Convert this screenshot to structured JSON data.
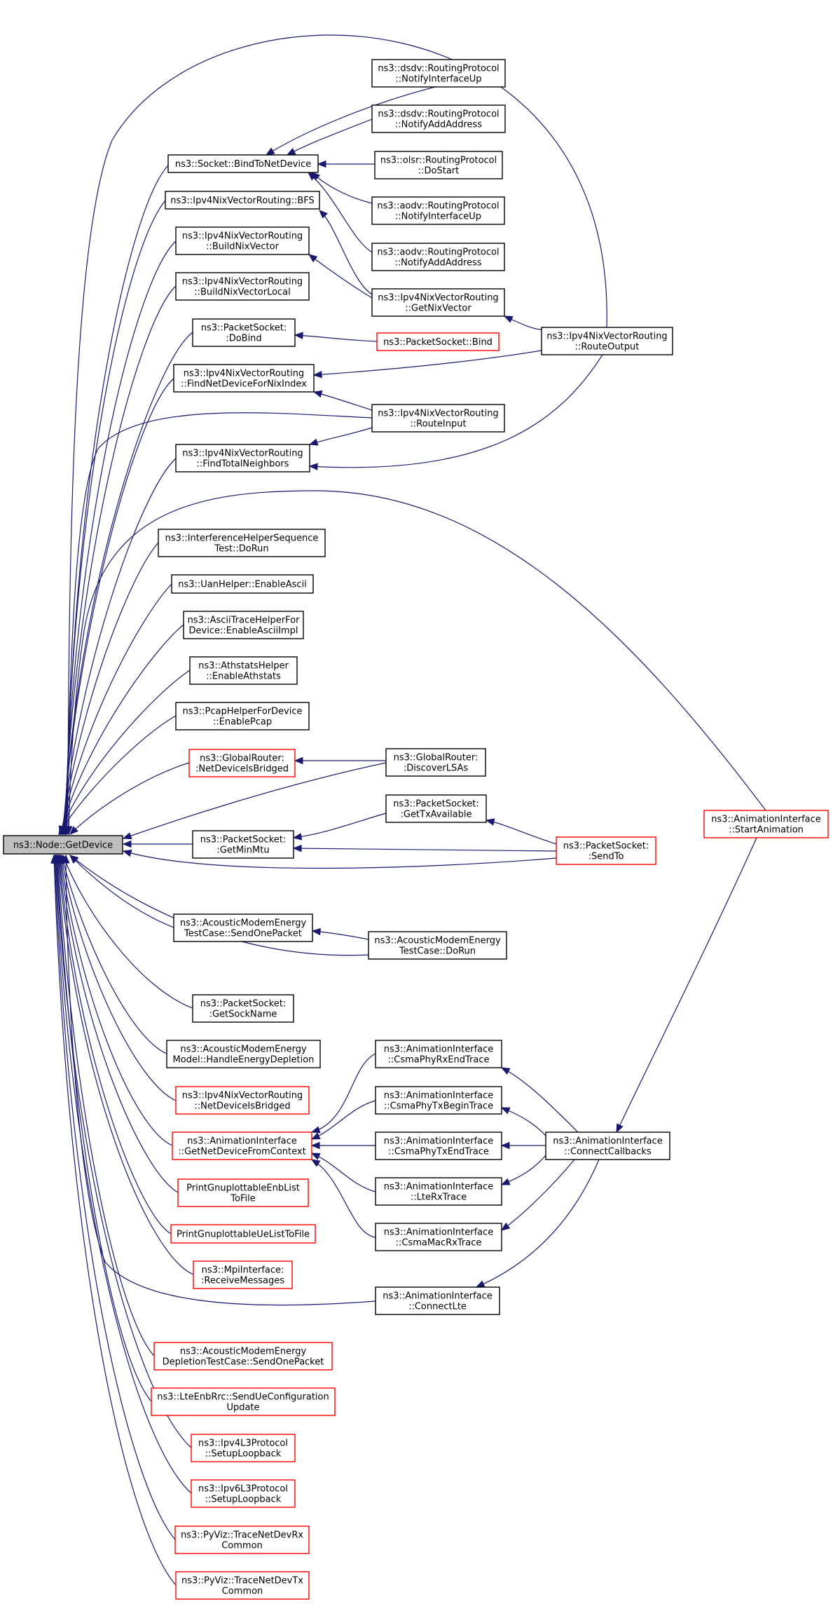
{
  "graph_title": "ns3::Node::GetDevice",
  "nodes": [
    {
      "id": "root",
      "lines": [
        "ns3::Node::GetDevice"
      ],
      "kind": "root"
    },
    {
      "id": "bindToNetDevice",
      "lines": [
        "ns3::Socket::BindToNetDevice"
      ],
      "kind": "black"
    },
    {
      "id": "bfs",
      "lines": [
        "ns3::Ipv4NixVectorRouting::BFS"
      ],
      "kind": "black"
    },
    {
      "id": "buildNixVector",
      "lines": [
        "ns3::Ipv4NixVectorRouting",
        "::BuildNixVector"
      ],
      "kind": "black"
    },
    {
      "id": "buildNixVectorLocal",
      "lines": [
        "ns3::Ipv4NixVectorRouting",
        "::BuildNixVectorLocal"
      ],
      "kind": "black"
    },
    {
      "id": "doBind",
      "lines": [
        "ns3::PacketSocket:",
        ":DoBind"
      ],
      "kind": "black"
    },
    {
      "id": "findNetDevice",
      "lines": [
        "ns3::Ipv4NixVectorRouting",
        "::FindNetDeviceForNixIndex"
      ],
      "kind": "black"
    },
    {
      "id": "findTotalNeighbors",
      "lines": [
        "ns3::Ipv4NixVectorRouting",
        "::FindTotalNeighbors"
      ],
      "kind": "black"
    },
    {
      "id": "interfHelper",
      "lines": [
        "ns3::InterferenceHelperSequence",
        "Test::DoRun"
      ],
      "kind": "black"
    },
    {
      "id": "uanHelper",
      "lines": [
        "ns3::UanHelper::EnableAscii"
      ],
      "kind": "black"
    },
    {
      "id": "asciiTrace",
      "lines": [
        "ns3::AsciiTraceHelperFor",
        "Device::EnableAsciiImpl"
      ],
      "kind": "black"
    },
    {
      "id": "athstats",
      "lines": [
        "ns3::AthstatsHelper",
        "::EnableAthstats"
      ],
      "kind": "black"
    },
    {
      "id": "pcapHelper",
      "lines": [
        "ns3::PcapHelperForDevice",
        "::EnablePcap"
      ],
      "kind": "black"
    },
    {
      "id": "netDevIsBridged",
      "lines": [
        "ns3::GlobalRouter:",
        ":NetDeviceIsBridged"
      ],
      "kind": "red"
    },
    {
      "id": "getMinMtu",
      "lines": [
        "ns3::PacketSocket:",
        ":GetMinMtu"
      ],
      "kind": "black"
    },
    {
      "id": "acousticSend",
      "lines": [
        "ns3::AcousticModemEnergy",
        "TestCase::SendOnePacket"
      ],
      "kind": "black"
    },
    {
      "id": "getSockName",
      "lines": [
        "ns3::PacketSocket:",
        ":GetSockName"
      ],
      "kind": "black"
    },
    {
      "id": "handleEnergy",
      "lines": [
        "ns3::AcousticModemEnergy",
        "Model::HandleEnergyDepletion"
      ],
      "kind": "black"
    },
    {
      "id": "ipv4NetDevBridged",
      "lines": [
        "ns3::Ipv4NixVectorRouting",
        "::NetDeviceIsBridged"
      ],
      "kind": "red"
    },
    {
      "id": "getNetDevCtx",
      "lines": [
        "ns3::AnimationInterface",
        "::GetNetDeviceFromContext"
      ],
      "kind": "red"
    },
    {
      "id": "printEnb",
      "lines": [
        "PrintGnuplottableEnbList",
        "ToFile"
      ],
      "kind": "red"
    },
    {
      "id": "printUe",
      "lines": [
        "PrintGnuplottableUeListToFile"
      ],
      "kind": "red"
    },
    {
      "id": "mpiRecv",
      "lines": [
        "ns3::MpiInterface:",
        ":ReceiveMessages"
      ],
      "kind": "red"
    },
    {
      "id": "acousticDepletion",
      "lines": [
        "ns3::AcousticModemEnergy",
        "DepletionTestCase::SendOnePacket"
      ],
      "kind": "red"
    },
    {
      "id": "lteEnbRrc",
      "lines": [
        "ns3::LteEnbRrc::SendUeConfiguration",
        "Update"
      ],
      "kind": "red"
    },
    {
      "id": "ipv4L3",
      "lines": [
        "ns3::Ipv4L3Protocol",
        "::SetupLoopback"
      ],
      "kind": "red"
    },
    {
      "id": "ipv6L3",
      "lines": [
        "ns3::Ipv6L3Protocol",
        "::SetupLoopback"
      ],
      "kind": "red"
    },
    {
      "id": "pyvizRx",
      "lines": [
        "ns3::PyViz::TraceNetDevRx",
        "Common"
      ],
      "kind": "red"
    },
    {
      "id": "pyvizTx",
      "lines": [
        "ns3::PyViz::TraceNetDevTx",
        "Common"
      ],
      "kind": "red"
    },
    {
      "id": "dsdvUp",
      "lines": [
        "ns3::dsdv::RoutingProtocol",
        "::NotifyInterfaceUp"
      ],
      "kind": "black"
    },
    {
      "id": "dsdvAdd",
      "lines": [
        "ns3::dsdv::RoutingProtocol",
        "::NotifyAddAddress"
      ],
      "kind": "black"
    },
    {
      "id": "olsr",
      "lines": [
        "ns3::olsr::RoutingProtocol",
        "::DoStart"
      ],
      "kind": "black"
    },
    {
      "id": "aodvUp",
      "lines": [
        "ns3::aodv::RoutingProtocol",
        "::NotifyInterfaceUp"
      ],
      "kind": "black"
    },
    {
      "id": "aodvAdd",
      "lines": [
        "ns3::aodv::RoutingProtocol",
        "::NotifyAddAddress"
      ],
      "kind": "black"
    },
    {
      "id": "getNixVector",
      "lines": [
        "ns3::Ipv4NixVectorRouting",
        "::GetNixVector"
      ],
      "kind": "black"
    },
    {
      "id": "psBind",
      "lines": [
        "ns3::PacketSocket::Bind"
      ],
      "kind": "red"
    },
    {
      "id": "routeInput",
      "lines": [
        "ns3::Ipv4NixVectorRouting",
        "::RouteInput"
      ],
      "kind": "black"
    },
    {
      "id": "discoverLSAs",
      "lines": [
        "ns3::GlobalRouter:",
        ":DiscoverLSAs"
      ],
      "kind": "black"
    },
    {
      "id": "getTxAvail",
      "lines": [
        "ns3::PacketSocket:",
        ":GetTxAvailable"
      ],
      "kind": "black"
    },
    {
      "id": "acousticDoRun",
      "lines": [
        "ns3::AcousticModemEnergy",
        "TestCase::DoRun"
      ],
      "kind": "black"
    },
    {
      "id": "csmaPhyRxEnd",
      "lines": [
        "ns3::AnimationInterface",
        "::CsmaPhyRxEndTrace"
      ],
      "kind": "black"
    },
    {
      "id": "csmaPhyTxBegin",
      "lines": [
        "ns3::AnimationInterface",
        "::CsmaPhyTxBeginTrace"
      ],
      "kind": "black"
    },
    {
      "id": "csmaPhyTxEnd",
      "lines": [
        "ns3::AnimationInterface",
        "::CsmaPhyTxEndTrace"
      ],
      "kind": "black"
    },
    {
      "id": "lteRx",
      "lines": [
        "ns3::AnimationInterface",
        "::LteRxTrace"
      ],
      "kind": "black"
    },
    {
      "id": "csmaMacRx",
      "lines": [
        "ns3::AnimationInterface",
        "::CsmaMacRxTrace"
      ],
      "kind": "black"
    },
    {
      "id": "connectLte",
      "lines": [
        "ns3::AnimationInterface",
        "::ConnectLte"
      ],
      "kind": "black"
    },
    {
      "id": "routeOutput",
      "lines": [
        "ns3::Ipv4NixVectorRouting",
        "::RouteOutput"
      ],
      "kind": "black"
    },
    {
      "id": "sendTo",
      "lines": [
        "ns3::PacketSocket:",
        ":SendTo"
      ],
      "kind": "red"
    },
    {
      "id": "connectCallbacks",
      "lines": [
        "ns3::AnimationInterface",
        "::ConnectCallbacks"
      ],
      "kind": "black"
    },
    {
      "id": "startAnim",
      "lines": [
        "ns3::AnimationInterface",
        "::StartAnimation"
      ],
      "kind": "red"
    }
  ],
  "edges": [
    [
      "bindToNetDevice",
      "root"
    ],
    [
      "bfs",
      "root"
    ],
    [
      "buildNixVector",
      "root"
    ],
    [
      "buildNixVectorLocal",
      "root"
    ],
    [
      "doBind",
      "root"
    ],
    [
      "findNetDevice",
      "root"
    ],
    [
      "findTotalNeighbors",
      "root"
    ],
    [
      "interfHelper",
      "root"
    ],
    [
      "uanHelper",
      "root"
    ],
    [
      "asciiTrace",
      "root"
    ],
    [
      "athstats",
      "root"
    ],
    [
      "pcapHelper",
      "root"
    ],
    [
      "netDevIsBridged",
      "root"
    ],
    [
      "getMinMtu",
      "root"
    ],
    [
      "acousticSend",
      "root"
    ],
    [
      "getSockName",
      "root"
    ],
    [
      "handleEnergy",
      "root"
    ],
    [
      "ipv4NetDevBridged",
      "root"
    ],
    [
      "getNetDevCtx",
      "root"
    ],
    [
      "printEnb",
      "root"
    ],
    [
      "printUe",
      "root"
    ],
    [
      "mpiRecv",
      "root"
    ],
    [
      "acousticDepletion",
      "root"
    ],
    [
      "lteEnbRrc",
      "root"
    ],
    [
      "ipv4L3",
      "root"
    ],
    [
      "ipv6L3",
      "root"
    ],
    [
      "pyvizRx",
      "root"
    ],
    [
      "pyvizTx",
      "root"
    ],
    [
      "routeOutput",
      "root"
    ],
    [
      "routeInput",
      "root"
    ],
    [
      "startAnim",
      "root"
    ],
    [
      "discoverLSAs",
      "root"
    ],
    [
      "sendTo",
      "root"
    ],
    [
      "acousticDoRun",
      "root"
    ],
    [
      "connectLte",
      "root"
    ],
    [
      "dsdvUp",
      "bindToNetDevice"
    ],
    [
      "dsdvAdd",
      "bindToNetDevice"
    ],
    [
      "olsr",
      "bindToNetDevice"
    ],
    [
      "aodvUp",
      "bindToNetDevice"
    ],
    [
      "aodvAdd",
      "bindToNetDevice"
    ],
    [
      "getNixVector",
      "bfs"
    ],
    [
      "getNixVector",
      "buildNixVector"
    ],
    [
      "routeOutput",
      "getNixVector"
    ],
    [
      "psBind",
      "doBind"
    ],
    [
      "routeOutput",
      "findNetDevice"
    ],
    [
      "routeInput",
      "findNetDevice"
    ],
    [
      "routeInput",
      "findTotalNeighbors"
    ],
    [
      "routeOutput",
      "findTotalNeighbors"
    ],
    [
      "discoverLSAs",
      "netDevIsBridged"
    ],
    [
      "getTxAvail",
      "getMinMtu"
    ],
    [
      "sendTo",
      "getMinMtu"
    ],
    [
      "sendTo",
      "getTxAvail"
    ],
    [
      "acousticDoRun",
      "acousticSend"
    ],
    [
      "csmaPhyRxEnd",
      "getNetDevCtx"
    ],
    [
      "csmaPhyTxBegin",
      "getNetDevCtx"
    ],
    [
      "csmaPhyTxEnd",
      "getNetDevCtx"
    ],
    [
      "lteRx",
      "getNetDevCtx"
    ],
    [
      "csmaMacRx",
      "getNetDevCtx"
    ],
    [
      "connectCallbacks",
      "csmaPhyRxEnd"
    ],
    [
      "connectCallbacks",
      "csmaPhyTxBegin"
    ],
    [
      "connectCallbacks",
      "csmaPhyTxEnd"
    ],
    [
      "connectCallbacks",
      "lteRx"
    ],
    [
      "connectCallbacks",
      "csmaMacRx"
    ],
    [
      "connectCallbacks",
      "connectLte"
    ],
    [
      "startAnim",
      "connectCallbacks"
    ]
  ]
}
